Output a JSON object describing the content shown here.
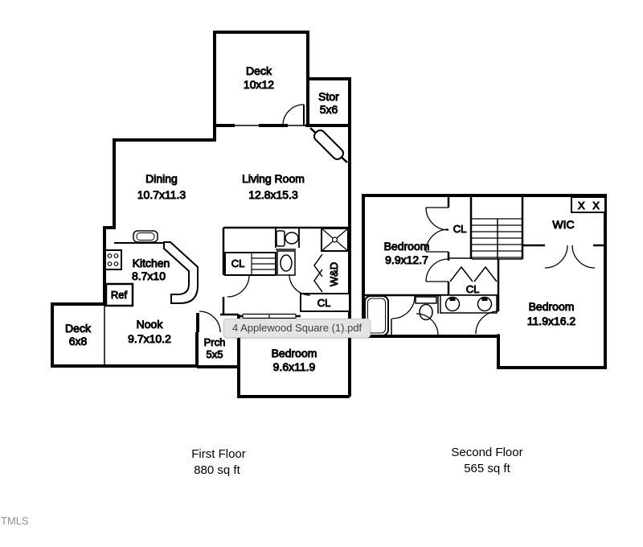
{
  "colors": {
    "walls": "#000000",
    "background": "#ffffff",
    "tooltip_bg": "#e4e4e4",
    "tooltip_text": "#3c3c3c",
    "watermark_text": "#8f8f8f"
  },
  "tooltip": {
    "text": "4 Applewood Square (1).pdf"
  },
  "watermark": "TMLS",
  "first_floor": {
    "caption": {
      "title": "First Floor",
      "area": "880 sq ft"
    },
    "rooms": {
      "deck_upper": {
        "name": "Deck",
        "dims": "10x12"
      },
      "stor": {
        "name": "Stor",
        "dims": "5x6"
      },
      "dining": {
        "name": "Dining",
        "dims": "10.7x11.3"
      },
      "living_room": {
        "name": "Living Room",
        "dims": "12.8x15.3"
      },
      "kitchen": {
        "name": "Kitchen",
        "dims": "8.7x10"
      },
      "ref": {
        "name": "Ref"
      },
      "deck_lower": {
        "name": "Deck",
        "dims": "6x8"
      },
      "nook": {
        "name": "Nook",
        "dims": "9.7x10.2"
      },
      "prch": {
        "name": "Prch",
        "dims": "5x5"
      },
      "bedroom": {
        "name": "Bedroom",
        "dims": "9.6x11.9"
      },
      "closet_bath": {
        "name": "CL"
      },
      "closet_hall": {
        "name": "CL"
      },
      "washer_dryer": {
        "name": "W&D"
      }
    }
  },
  "second_floor": {
    "caption": {
      "title": "Second Floor",
      "area": "565 sq ft"
    },
    "rooms": {
      "bedroom_small": {
        "name": "Bedroom",
        "dims": "9.9x12.7"
      },
      "closet_upper": {
        "name": "CL"
      },
      "wic": {
        "name": "WIC"
      },
      "attic_access": {
        "name": "X X"
      },
      "closet_mid": {
        "name": "CL"
      },
      "bedroom_large": {
        "name": "Bedroom",
        "dims": "11.9x16.2"
      }
    }
  }
}
